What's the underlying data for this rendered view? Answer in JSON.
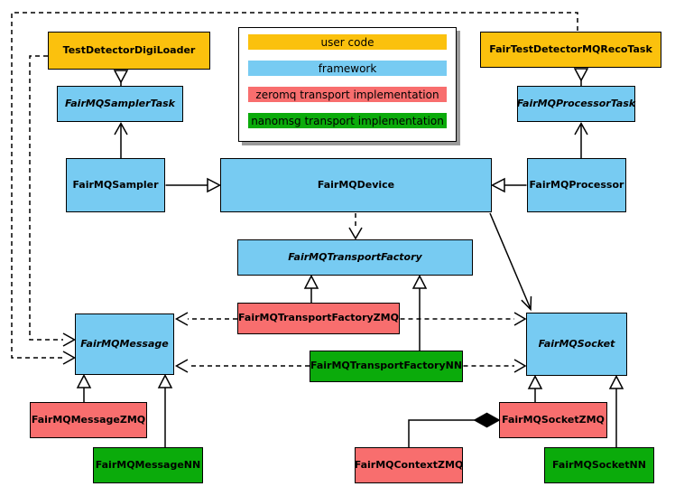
{
  "diagram": {
    "kind": "uml-class-diagram",
    "subject": "FairMQ framework transport architecture"
  },
  "colors": {
    "user_code": "#FBC10D",
    "framework": "#77CBF2",
    "zeromq_transport": "#F86E6E",
    "nanomsg_transport": "#0BAB0B",
    "line": "#000000",
    "background": "#FFFFFF",
    "legend_shadow": "#9A9A9A"
  },
  "legend": {
    "items": [
      {
        "label": "user code",
        "category": "user-code"
      },
      {
        "label": "framework",
        "category": "framework"
      },
      {
        "label": "zeromq transport implementation",
        "category": "zeromq"
      },
      {
        "label": "nanomsg transport implementation",
        "category": "nanomsg"
      }
    ]
  },
  "nodes": {
    "test_detector_digi_loader": {
      "label": "TestDetectorDigiLoader",
      "category": "user code",
      "abstract": false
    },
    "fair_test_detector_mq_reco_task": {
      "label": "FairTestDetectorMQRecoTask",
      "category": "user code",
      "abstract": false
    },
    "fairmq_sampler_task": {
      "label": "FairMQSamplerTask",
      "category": "framework",
      "abstract": true
    },
    "fairmq_processor_task": {
      "label": "FairMQProcessorTask",
      "category": "framework",
      "abstract": true
    },
    "fairmq_sampler": {
      "label": "FairMQSampler",
      "category": "framework",
      "abstract": false
    },
    "fairmq_device": {
      "label": "FairMQDevice",
      "category": "framework",
      "abstract": false
    },
    "fairmq_processor": {
      "label": "FairMQProcessor",
      "category": "framework",
      "abstract": false
    },
    "fairmq_transport_factory": {
      "label": "FairMQTransportFactory",
      "category": "framework",
      "abstract": true
    },
    "fairmq_transport_factory_zmq": {
      "label": "FairMQTransportFactoryZMQ",
      "category": "zeromq transport implementation",
      "abstract": false
    },
    "fairmq_transport_factory_nn": {
      "label": "FairMQTransportFactoryNN",
      "category": "nanomsg transport implementation",
      "abstract": false
    },
    "fairmq_message": {
      "label": "FairMQMessage",
      "category": "framework",
      "abstract": true
    },
    "fairmq_socket": {
      "label": "FairMQSocket",
      "category": "framework",
      "abstract": true
    },
    "fairmq_message_zmq": {
      "label": "FairMQMessageZMQ",
      "category": "zeromq transport implementation",
      "abstract": false
    },
    "fairmq_message_nn": {
      "label": "FairMQMessageNN",
      "category": "nanomsg transport implementation",
      "abstract": false
    },
    "fairmq_socket_zmq": {
      "label": "FairMQSocketZMQ",
      "category": "zeromq transport implementation",
      "abstract": false
    },
    "fairmq_socket_nn": {
      "label": "FairMQSocketNN",
      "category": "nanomsg transport implementation",
      "abstract": false
    },
    "fairmq_context_zmq": {
      "label": "FairMQContextZMQ",
      "category": "zeromq transport implementation",
      "abstract": false
    }
  },
  "relationships": [
    {
      "from": "FairMQSamplerTask",
      "to": "TestDetectorDigiLoader",
      "line": "solid",
      "head": "hollow-triangle"
    },
    {
      "from": "FairMQSampler",
      "to": "FairMQSamplerTask",
      "line": "solid",
      "head": "open-arrow"
    },
    {
      "from": "FairMQSampler",
      "to": "FairMQDevice",
      "line": "solid",
      "head": "hollow-triangle"
    },
    {
      "from": "FairMQProcessorTask",
      "to": "FairTestDetectorMQRecoTask",
      "line": "solid",
      "head": "hollow-triangle"
    },
    {
      "from": "FairMQProcessor",
      "to": "FairMQProcessorTask",
      "line": "solid",
      "head": "open-arrow"
    },
    {
      "from": "FairMQProcessor",
      "to": "FairMQDevice",
      "line": "solid",
      "head": "hollow-triangle"
    },
    {
      "from": "FairMQDevice",
      "to": "FairMQTransportFactory",
      "line": "dashed",
      "head": "open-arrow"
    },
    {
      "from": "FairMQDevice",
      "to": "FairMQSocket",
      "line": "solid",
      "head": "open-arrow"
    },
    {
      "from": "FairMQTransportFactoryZMQ",
      "to": "FairMQTransportFactory",
      "line": "solid",
      "head": "hollow-triangle"
    },
    {
      "from": "FairMQTransportFactoryNN",
      "to": "FairMQTransportFactory",
      "line": "solid",
      "head": "hollow-triangle"
    },
    {
      "from": "FairMQTransportFactoryZMQ",
      "to": "FairMQMessage",
      "line": "dashed",
      "head": "open-arrow"
    },
    {
      "from": "FairMQTransportFactoryZMQ",
      "to": "FairMQSocket",
      "line": "dashed",
      "head": "open-arrow"
    },
    {
      "from": "FairMQTransportFactoryNN",
      "to": "FairMQMessage",
      "line": "dashed",
      "head": "open-arrow"
    },
    {
      "from": "FairMQTransportFactoryNN",
      "to": "FairMQSocket",
      "line": "dashed",
      "head": "open-arrow"
    },
    {
      "from": "TestDetectorDigiLoader",
      "to": "FairMQMessage",
      "line": "dashed",
      "head": "open-arrow"
    },
    {
      "from": "FairTestDetectorMQRecoTask",
      "to": "FairMQMessage",
      "line": "dashed",
      "head": "open-arrow"
    },
    {
      "from": "FairMQMessageZMQ",
      "to": "FairMQMessage",
      "line": "solid",
      "head": "hollow-triangle"
    },
    {
      "from": "FairMQMessageNN",
      "to": "FairMQMessage",
      "line": "solid",
      "head": "hollow-triangle"
    },
    {
      "from": "FairMQSocketZMQ",
      "to": "FairMQSocket",
      "line": "solid",
      "head": "hollow-triangle"
    },
    {
      "from": "FairMQSocketNN",
      "to": "FairMQSocket",
      "line": "solid",
      "head": "hollow-triangle"
    },
    {
      "from": "FairMQContextZMQ",
      "to": "FairMQSocketZMQ",
      "line": "solid",
      "head": "filled-diamond"
    }
  ]
}
